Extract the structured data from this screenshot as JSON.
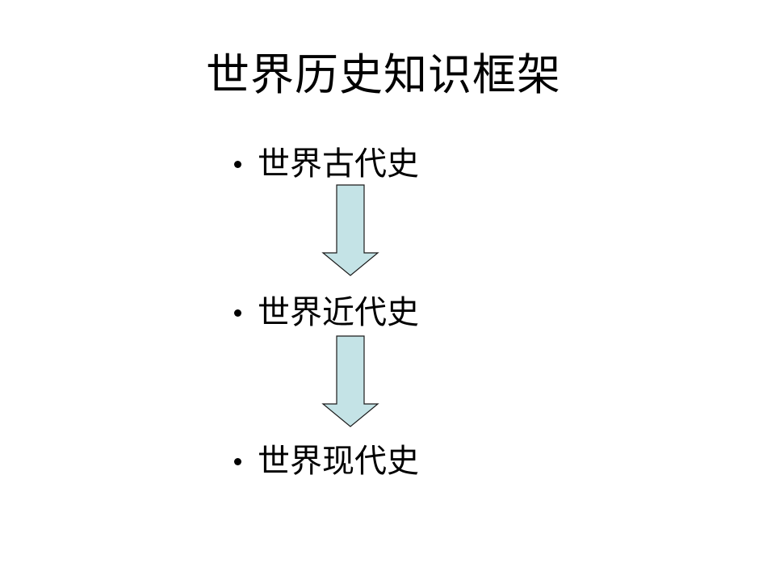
{
  "slide": {
    "title": "世界历史知识框架",
    "items": [
      {
        "label": "世界古代史"
      },
      {
        "label": "世界近代史"
      },
      {
        "label": "世界现代史"
      }
    ],
    "arrow_fill": "#c4e3e6",
    "arrow_stroke": "#1a1a1a"
  }
}
